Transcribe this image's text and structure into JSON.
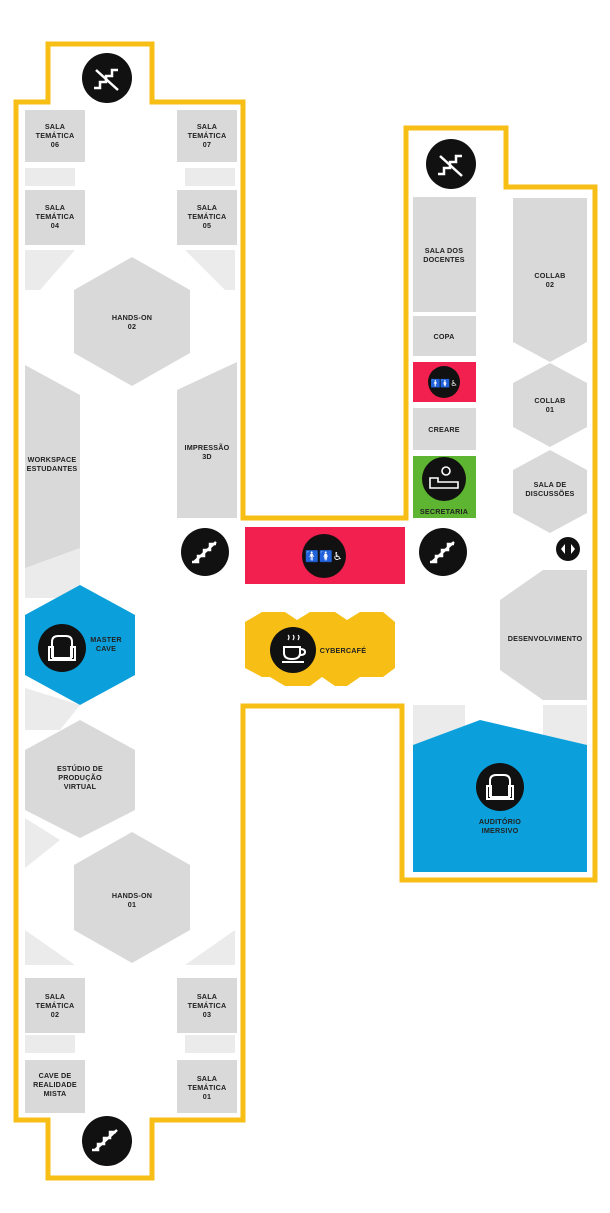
{
  "colors": {
    "outline": "#F7BE16",
    "room": "#D9D9D9",
    "corridor_shade": "#EBEBEB",
    "accent_blue": "#0BA0DB",
    "accent_red": "#F2204F",
    "accent_green": "#5DB531",
    "accent_yellow": "#F7BE16",
    "icon_bg": "#111111"
  },
  "icons": {
    "stairs": "stairs-icon",
    "restroom": "restroom-icon",
    "armchair": "armchair-icon",
    "coffee": "coffee-cup-icon",
    "reception": "reception-desk-icon",
    "elevator": "elevator-icon"
  },
  "rooms": {
    "sala_tematica_06": [
      "SALA",
      "TEMÁTICA",
      "06"
    ],
    "sala_tematica_07": [
      "SALA",
      "TEMÁTICA",
      "07"
    ],
    "sala_tematica_04": [
      "SALA",
      "TEMÁTICA",
      "04"
    ],
    "sala_tematica_05": [
      "SALA",
      "TEMÁTICA",
      "05"
    ],
    "hands_on_02": [
      "HANDS-ON",
      "02"
    ],
    "workspace_estudantes": [
      "WORKSPACE",
      "ESTUDANTES"
    ],
    "impressao_3d": [
      "IMPRESSÃO",
      "3D"
    ],
    "master_cave": [
      "MASTER",
      "CAVE"
    ],
    "estudio_producao_virtual": [
      "ESTÚDIO DE",
      "PRODUÇÃO",
      "VIRTUAL"
    ],
    "hands_on_01": [
      "HANDS-ON",
      "01"
    ],
    "sala_tematica_02": [
      "SALA",
      "TEMÁTICA",
      "02"
    ],
    "sala_tematica_03": [
      "SALA",
      "TEMÁTICA",
      "03"
    ],
    "cave_realidade_mista": [
      "CAVE DE",
      "REALIDADE",
      "MISTA"
    ],
    "sala_tematica_01": [
      "SALA",
      "TEMÁTICA",
      "01"
    ],
    "sala_dos_docentes": [
      "SALA DOS",
      "DOCENTES"
    ],
    "copa": [
      "COPA"
    ],
    "creare": [
      "CREARE"
    ],
    "secretaria": [
      "SECRETARIA"
    ],
    "collab_02": [
      "COLLAB",
      "02"
    ],
    "collab_01": [
      "COLLAB",
      "01"
    ],
    "sala_de_discussoes": [
      "SALA DE",
      "DISCUSSÕES"
    ],
    "desenvolvimento": [
      "DESENVOLVIMENTO"
    ],
    "auditorio_imersivo": [
      "AUDITÓRIO",
      "IMERSIVO"
    ],
    "cybercafe": [
      "CYBERCAFÉ"
    ]
  }
}
